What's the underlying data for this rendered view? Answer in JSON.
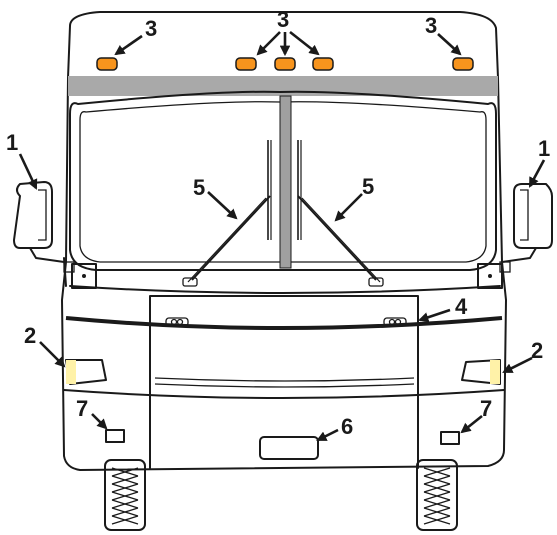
{
  "callouts": {
    "c1": "1",
    "c2": "2",
    "c3": "3",
    "c4": "4",
    "c5": "5",
    "c6": "6",
    "c7": "7"
  },
  "colors": {
    "marker_lamp": "#f7941d",
    "side_marker": "#fff2a8",
    "roof_band": "#a9a9a9",
    "line": "#1a1a1a"
  }
}
